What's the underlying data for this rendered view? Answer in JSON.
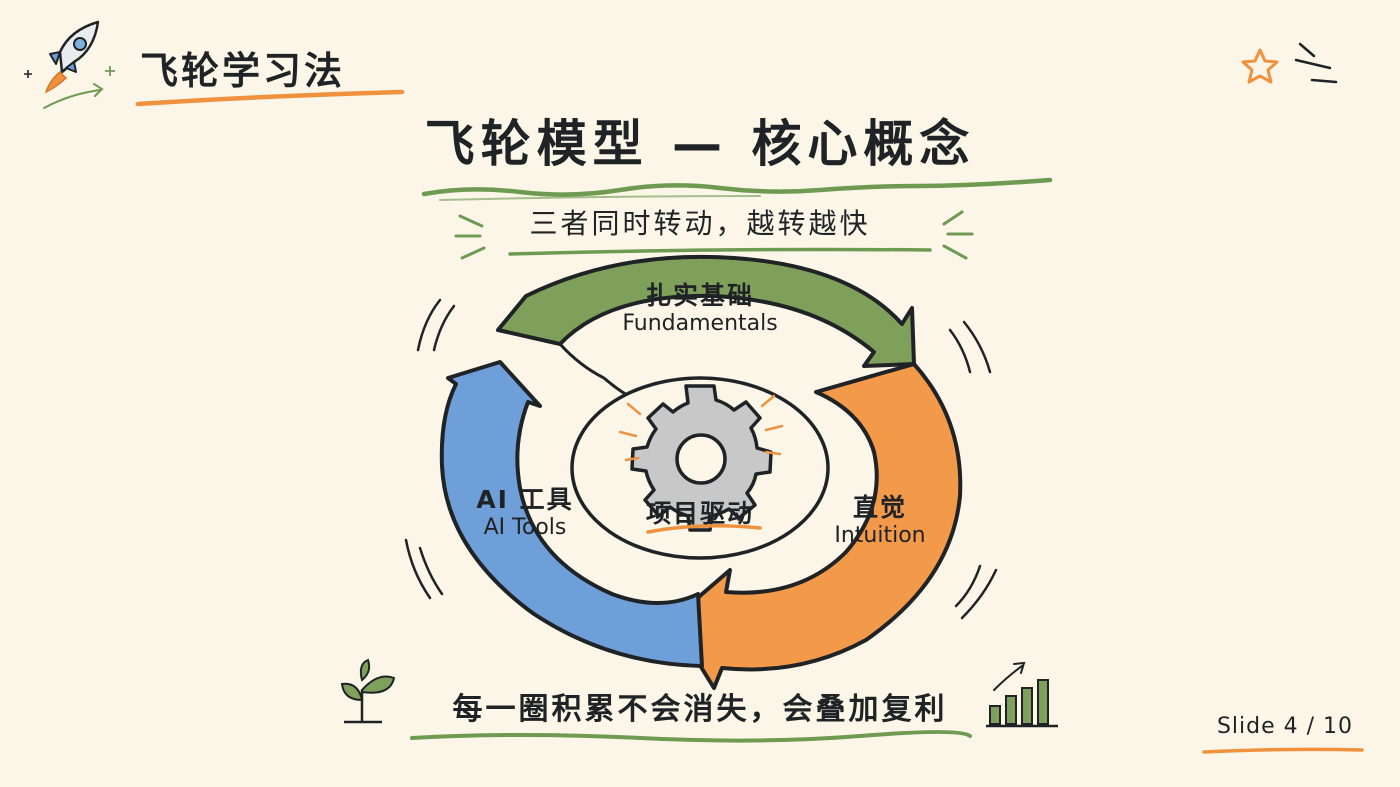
{
  "header": {
    "brand": "飞轮学习法"
  },
  "title": "飞轮模型 — 核心概念",
  "subtitle": "三者同时转动，越转越快",
  "flywheel": {
    "segments": [
      {
        "cn": "扎实基础",
        "en": "Fundamentals",
        "color": "#7fa05a"
      },
      {
        "cn": "直觉",
        "en": "Intuition",
        "color": "#f2994a"
      },
      {
        "cn": "AI 工具",
        "en": "AI Tools",
        "color": "#6f9fd8"
      }
    ],
    "hub": "项目驱动"
  },
  "footer": "每一圈积累不会消失，会叠加复利",
  "slide_indicator": "Slide 4 / 10",
  "colors": {
    "background": "#fbf6e7",
    "ink": "#1f2326",
    "accent_orange": "#f0913e",
    "accent_green": "#6e9a52",
    "gear": "#c8c8c8"
  },
  "icons": [
    "rocket-icon",
    "star-icon",
    "gear-icon",
    "sprout-icon",
    "growth-chart-icon"
  ]
}
